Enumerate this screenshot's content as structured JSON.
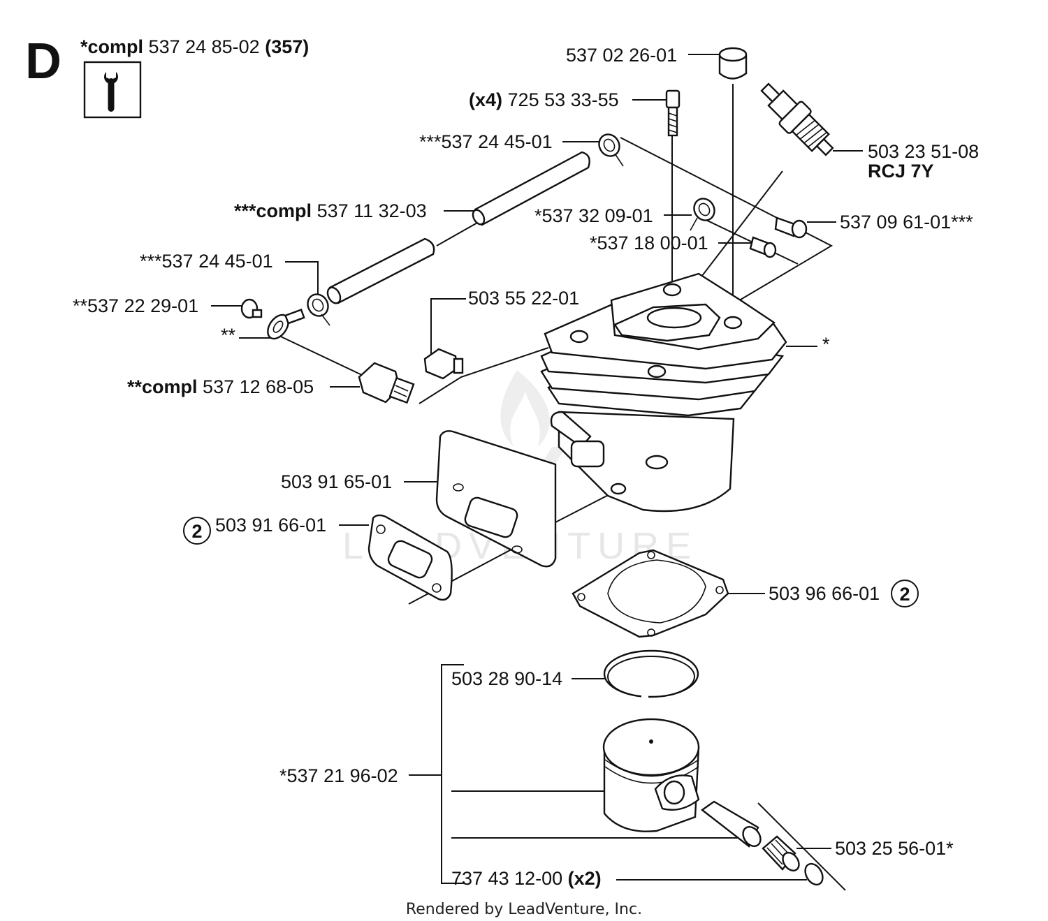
{
  "section_letter": "D",
  "header": {
    "prefix": "*compl",
    "part": "537 24 85-02",
    "suffix": "(357)"
  },
  "tool_icon": "wrench-icon",
  "watermark": "LEADVENTURE",
  "footer": "Rendered by LeadVenture, Inc.",
  "labels": {
    "plug_cap": "537 02 26-01",
    "bolts_qty": "(x4)",
    "bolts_part": "725 53 33-55",
    "clamp_top": "***537 24 45-01",
    "spark_plug_part": "503 23 51-08",
    "spark_plug_type": "RCJ 7Y",
    "tube_upper_prefix": "***compl",
    "tube_upper_part": "537 11 32-03",
    "clamp_mid": "*537 32 09-01",
    "fitting_right": "537 09 61-01***",
    "hose_small": "*537 18 00-01",
    "clamp_left": "***537 24 45-01",
    "decomp_valve": "503 55 22-01",
    "plug_small": "**537 22 29-01",
    "washer_star": "**",
    "cylinder_star": "*",
    "nipple_prefix": "**compl",
    "nipple_part": "537 12 68-05",
    "heat_shield": "503 91 65-01",
    "gasket_exhaust_qty": "2",
    "gasket_exhaust": "503 91 66-01",
    "gasket_base": "503 96 66-01",
    "gasket_base_qty": "2",
    "piston_ring": "503 28 90-14",
    "piston_kit": "*537 21 96-02",
    "needle_bearing": "503 25 56-01*",
    "circlip_part": "737 43 12-00",
    "circlip_qty": "(x2)"
  }
}
